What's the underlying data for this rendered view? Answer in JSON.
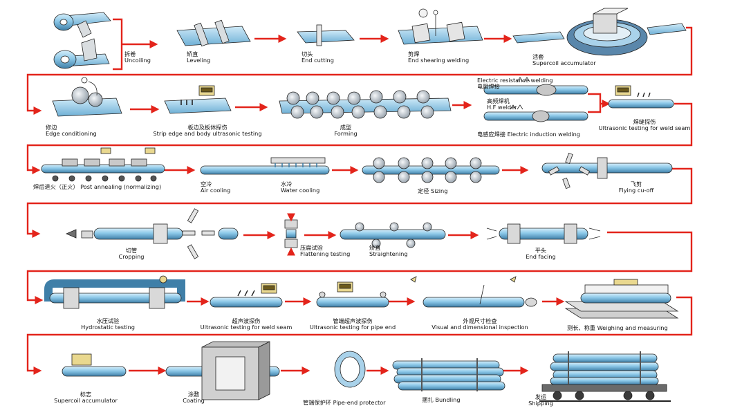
{
  "steps": [
    {
      "id": "uncoiling",
      "zh": "拆卷",
      "en": "Uncoiling"
    },
    {
      "id": "leveling",
      "zh": "矫直",
      "en": "Leveling"
    },
    {
      "id": "end-cutting",
      "zh": "切头",
      "en": "End cutting"
    },
    {
      "id": "end-shearing-welding",
      "zh": "剪焊",
      "en": "End shearing welding"
    },
    {
      "id": "supercoil-accumulator",
      "zh": "活套",
      "en": "Supercoil accumulator"
    },
    {
      "id": "edge-conditioning",
      "zh": "修边",
      "en": "Edge conditioning"
    },
    {
      "id": "strip-ultrasonic",
      "zh": "板边及板体探伤",
      "en": "Strip edge and body ultrasonic testing"
    },
    {
      "id": "forming",
      "zh": "成型",
      "en": "Forming"
    },
    {
      "id": "erw",
      "zh": "电阻焊接",
      "en": "Electric resistance welding"
    },
    {
      "id": "hf-welder",
      "zh": "高频焊机",
      "en": "H.F welder"
    },
    {
      "id": "induction-welding",
      "zh": "电感应焊接",
      "en": "Electric induction welding"
    },
    {
      "id": "ut-weld-seam",
      "zh": "焊缝探伤",
      "en": "Ultrasonic testing for weld seam"
    },
    {
      "id": "post-annealing",
      "zh": "焊后退火（正火）",
      "en": "Post annealing (normalizing)"
    },
    {
      "id": "air-cooling",
      "zh": "空冷",
      "en": "Air cooling"
    },
    {
      "id": "water-cooling",
      "zh": "水冷",
      "en": "Water cooling"
    },
    {
      "id": "sizing",
      "zh": "定径",
      "en": "Sizing"
    },
    {
      "id": "flying-cut-off",
      "zh": "飞剪",
      "en": "Flying cu-off"
    },
    {
      "id": "cropping",
      "zh": "切管",
      "en": "Cropping"
    },
    {
      "id": "flattening-testing",
      "zh": "压扁试验",
      "en": "Flattening testing"
    },
    {
      "id": "straightening",
      "zh": "矫直",
      "en": "Straightening"
    },
    {
      "id": "end-facing",
      "zh": "平头",
      "en": "End facing"
    },
    {
      "id": "hydrostatic-testing",
      "zh": "水压试验",
      "en": "Hydrostatic testing"
    },
    {
      "id": "ut-weld-seam-2",
      "zh": "超声波探伤",
      "en": "Ultrasonic testing for weld seam"
    },
    {
      "id": "ut-pipe-end",
      "zh": "管端超声波探伤",
      "en": "Ultrasonic testing for pipe end"
    },
    {
      "id": "visual-dimensional",
      "zh": "外观尺寸检查",
      "en": "Visual and dimensional inspection"
    },
    {
      "id": "weighing-measuring",
      "zh": "测长、称重",
      "en": "Weighing and measuring"
    },
    {
      "id": "marking",
      "zh": "标志",
      "en": "Supercoil accumulator"
    },
    {
      "id": "coating",
      "zh": "涂敷",
      "en": "Coating"
    },
    {
      "id": "pipe-end-protector",
      "zh": "管端保护环",
      "en": "Pipe-end protector"
    },
    {
      "id": "bundling",
      "zh": "捆扎",
      "en": "Bundling"
    },
    {
      "id": "shipping",
      "zh": "发运",
      "en": "Shipping"
    }
  ],
  "colors": {
    "flow_arrow": "#e3241b",
    "pipe": "#8cc8e8",
    "pipe_dark": "#3f7fa8",
    "roll": "#cfd6dc",
    "machine": "#e9d88f",
    "outline": "#222222"
  }
}
